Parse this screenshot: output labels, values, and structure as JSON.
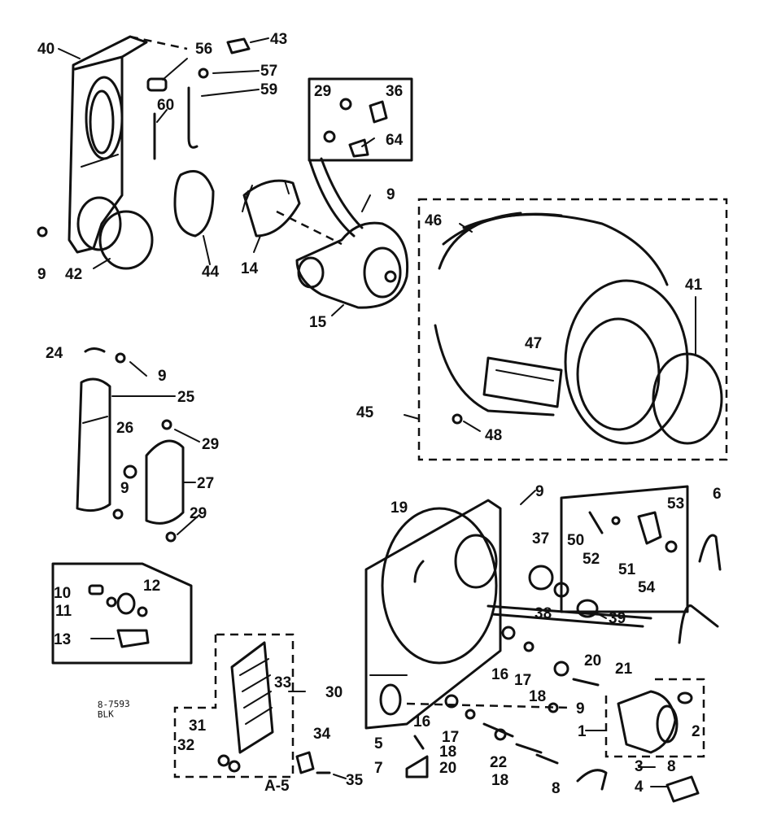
{
  "labels": {
    "n1": "1",
    "n2": "2",
    "n3": "3",
    "n4": "4",
    "n5": "5",
    "n6": "6",
    "n7": "7",
    "n8a": "8",
    "n8b": "8",
    "n9a": "9",
    "n9b": "9",
    "n9c": "9",
    "n9d": "9",
    "n9e": "9",
    "n9f": "9",
    "n10": "10",
    "n11": "11",
    "n12": "12",
    "n13": "13",
    "n14": "14",
    "n15": "15",
    "n16a": "16",
    "n16b": "16",
    "n17a": "17",
    "n17b": "17",
    "n18a": "18",
    "n18b": "18",
    "n18c": "18",
    "n19": "19",
    "n20a": "20",
    "n20b": "20",
    "n21": "21",
    "n22": "22",
    "n24": "24",
    "n25": "25",
    "n26": "26",
    "n27": "27",
    "n29a": "29",
    "n29b": "29",
    "n29c": "29",
    "n30": "30",
    "n31": "31",
    "n32": "32",
    "n33": "33",
    "n34": "34",
    "n35": "35",
    "n36": "36",
    "n37": "37",
    "n38": "38",
    "n39": "39",
    "n40": "40",
    "n41": "41",
    "n42": "42",
    "n43": "43",
    "n44": "44",
    "n45": "45",
    "n46": "46",
    "n47": "47",
    "n48": "48",
    "n50": "50",
    "n51": "51",
    "n52": "52",
    "n53": "53",
    "n54": "54",
    "n56": "56",
    "n57": "57",
    "n59": "59",
    "n60": "60",
    "n64": "64"
  },
  "footer": {
    "page_code": "A-5",
    "stamp_line1": "8-7593",
    "stamp_line2": "BLK"
  }
}
